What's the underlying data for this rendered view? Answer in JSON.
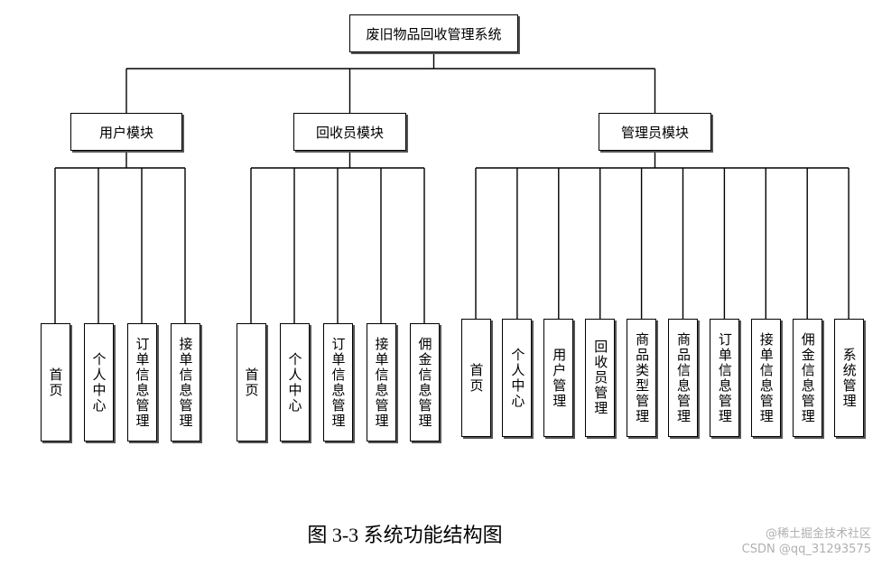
{
  "diagram": {
    "root": "废旧物品回收管理系统",
    "modules": [
      {
        "label": "用户模块",
        "children": [
          "首页",
          "个人中心",
          "订单信息管理",
          "接单信息管理"
        ]
      },
      {
        "label": "回收员模块",
        "children": [
          "首页",
          "个人中心",
          "订单信息管理",
          "接单信息管理",
          "佣金信息管理"
        ]
      },
      {
        "label": "管理员模块",
        "children": [
          "首页",
          "个人中心",
          "用户管理",
          "回收员管理",
          "商品类型管理",
          "商品信息管理",
          "订单信息管理",
          "接单信息管理",
          "佣金信息管理",
          "系统管理"
        ]
      }
    ]
  },
  "caption": "图 3-3 系统功能结构图",
  "watermark": {
    "line1": "@稀土掘金技术社区",
    "line2": "CSDN @qq_31293575"
  }
}
